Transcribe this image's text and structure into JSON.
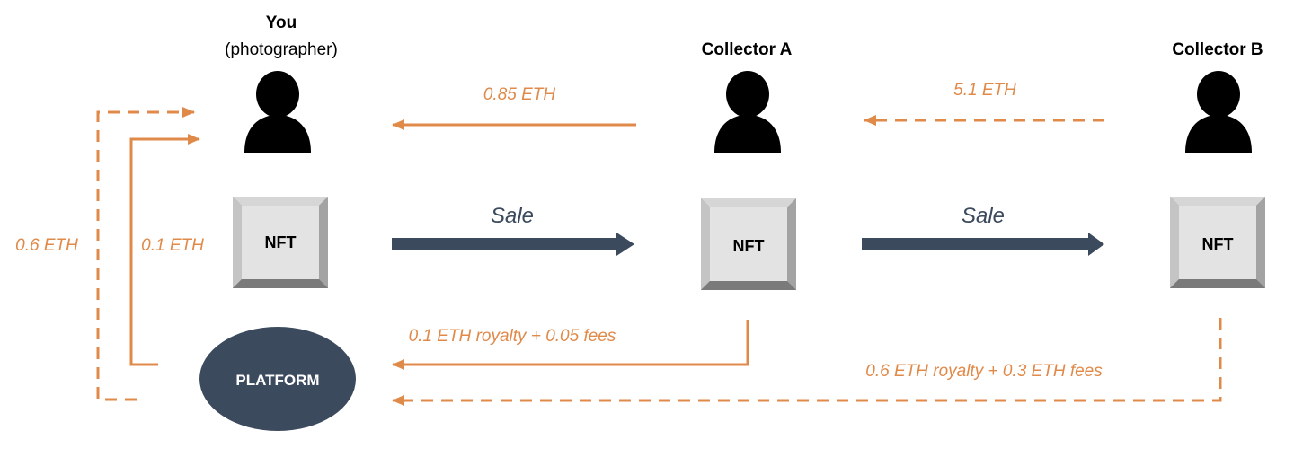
{
  "diagram": {
    "actors": {
      "you": {
        "name": "You",
        "subtitle": "(photographer)"
      },
      "collector_a": {
        "name": "Collector A"
      },
      "collector_b": {
        "name": "Collector B"
      }
    },
    "nft_label": "NFT",
    "platform_label": "PLATFORM",
    "sale_label": "Sale",
    "flows": {
      "a_to_you": "0.85 ETH",
      "b_to_a": "5.1 ETH",
      "platform_to_you_first": "0.1 ETH",
      "platform_to_you_second": "0.6 ETH",
      "a_to_platform": "0.1 ETH royalty + 0.05 fees",
      "b_to_platform": "0.6 ETH royalty + 0.3 ETH fees"
    },
    "colors": {
      "orange": "#e08a4a",
      "slate": "#3c4a5e",
      "person": "#000000",
      "nft_face": "#e3e3e3",
      "nft_bevel": "#8f8f8f"
    }
  }
}
